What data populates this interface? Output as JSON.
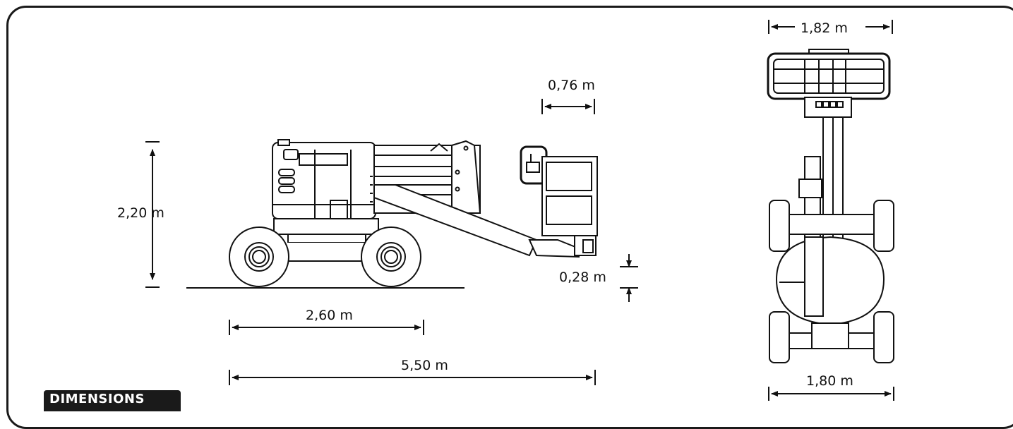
{
  "dimensions": {
    "height": "2,20 m",
    "wheelbase": "2,60 m",
    "overall_length": "5,50 m",
    "basket_depth": "0,76 m",
    "ground_clearance": "0,28 m",
    "basket_width": "1,82 m",
    "overall_width": "1,80 m"
  },
  "section_tab": "DIMENSIONS",
  "colors": {
    "ink": "#1a1a1a",
    "background": "#ffffff"
  }
}
